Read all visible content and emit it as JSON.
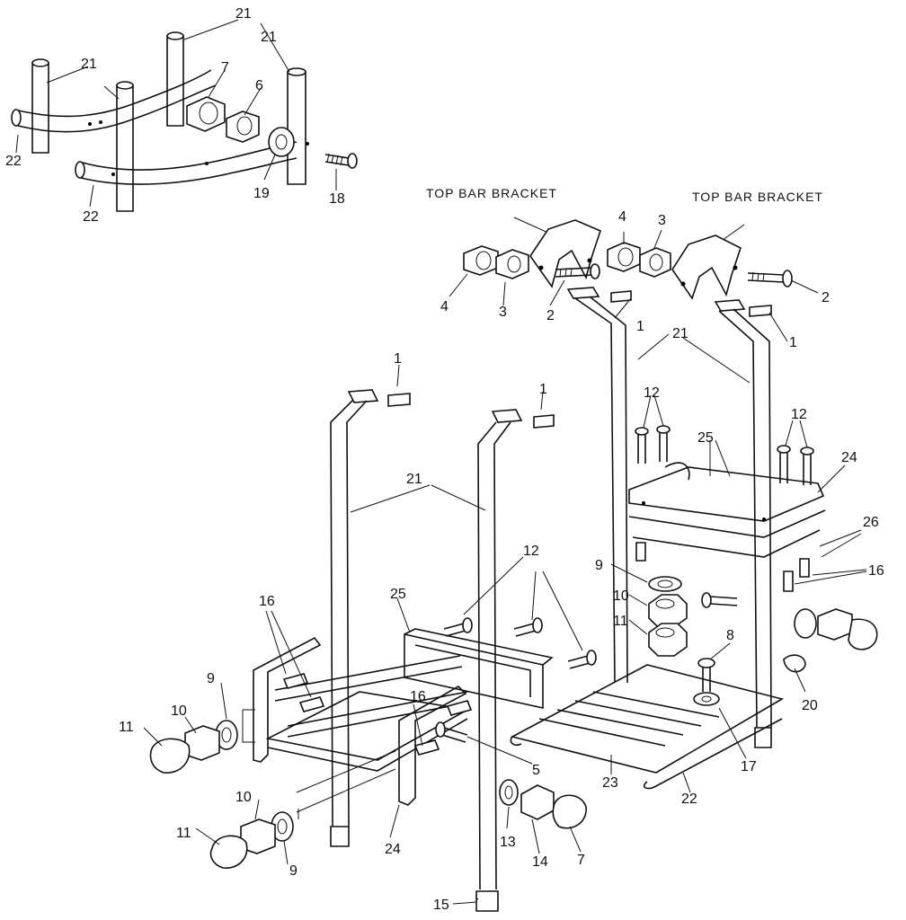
{
  "headings": {
    "top_bar_bracket_left": "TOP BAR BRACKET",
    "top_bar_bracket_right": "TOP BAR BRACKET"
  },
  "labels": {
    "inset_21_a": "21",
    "inset_21_b": "21",
    "inset_21_c": "21",
    "inset_7": "7",
    "inset_6": "6",
    "inset_22_a": "22",
    "inset_22_b": "22",
    "inset_19": "19",
    "inset_18": "18",
    "tb_4_a": "4",
    "tb_3_a": "3",
    "tb_4_b": "4",
    "tb_3_b": "3",
    "tb_2_a": "2",
    "tb_2_b": "2",
    "tb_1_a": "1",
    "tb_1_b": "1",
    "r_21": "21",
    "r_12_a": "12",
    "r_12_b": "12",
    "r_25": "25",
    "r_24": "24",
    "r_26": "26",
    "r_16": "16",
    "r_9": "9",
    "r_10": "10",
    "r_11": "11",
    "r_8": "8",
    "r_20": "20",
    "r_17": "17",
    "r_22": "22",
    "r_23": "23",
    "l_1_a": "1",
    "l_1_b": "1",
    "l_21": "21",
    "l_12": "12",
    "l_25": "25",
    "l_16_a": "16",
    "l_16_b": "16",
    "l_9_a": "9",
    "l_10_a": "10",
    "l_11_a": "11",
    "l_5": "5",
    "l_10_b": "10",
    "l_11_b": "11",
    "l_9_b": "9",
    "l_24": "24",
    "l_13": "13",
    "l_14": "14",
    "l_7": "7",
    "l_15": "15"
  }
}
